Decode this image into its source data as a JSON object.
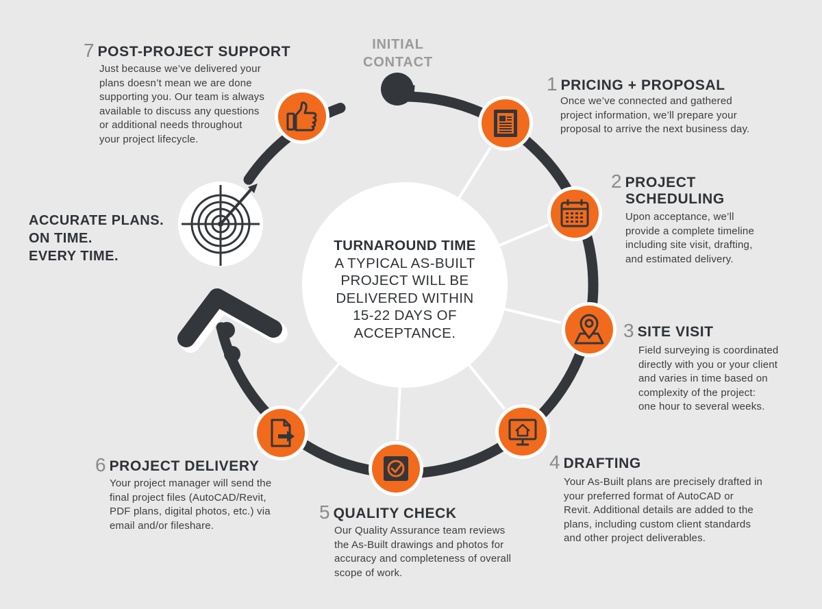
{
  "start_label": [
    "INITIAL",
    "CONTACT"
  ],
  "tagline": [
    "ACCURATE PLANS.",
    "ON TIME.",
    "EVERY TIME."
  ],
  "center": {
    "title": "TURNAROUND TIME",
    "lines": [
      "A TYPICAL AS-BUILT",
      "PROJECT WILL BE",
      "DELIVERED WITHIN",
      "15-22 DAYS OF",
      "ACCEPTANCE."
    ]
  },
  "steps": [
    {
      "num": "1",
      "title": [
        "PRICING + PROPOSAL"
      ],
      "icon": "document-icon",
      "desc": [
        "Once we’ve connected and gathered",
        "project information, we’ll prepare your",
        "proposal to arrive the next business day."
      ]
    },
    {
      "num": "2",
      "title": [
        "PROJECT",
        "SCHEDULING"
      ],
      "icon": "calendar-icon",
      "desc": [
        "Upon acceptance, we’ll",
        "provide a complete timeline",
        "including site visit, drafting,",
        "and estimated delivery."
      ]
    },
    {
      "num": "3",
      "title": [
        "SITE VISIT"
      ],
      "icon": "map-pin-icon",
      "desc": [
        "Field surveying is coordinated",
        "directly with you or your client",
        "and varies in time based on",
        "complexity of the project:",
        "one hour to several weeks."
      ]
    },
    {
      "num": "4",
      "title": [
        "DRAFTING"
      ],
      "icon": "monitor-house-icon",
      "desc": [
        "Your As-Built plans are precisely drafted in",
        "your preferred format of AutoCAD or",
        "Revit. Additional details are added to the",
        "plans, including custom client standards",
        "and other project deliverables."
      ]
    },
    {
      "num": "5",
      "title": [
        "QUALITY CHECK"
      ],
      "icon": "checkmark-icon",
      "desc": [
        "Our Quality Assurance team reviews",
        "the As-Built drawings and photos for",
        "accuracy and completeness of overall",
        "scope of work."
      ]
    },
    {
      "num": "6",
      "title": [
        "PROJECT DELIVERY"
      ],
      "icon": "file-arrow-icon",
      "desc": [
        "Your project manager will send the",
        "final project files (AutoCAD/Revit,",
        "PDF plans, digital photos, etc.) via",
        "email and/or fileshare."
      ]
    },
    {
      "num": "7",
      "title": [
        "POST-PROJECT SUPPORT"
      ],
      "icon": "thumbs-up-icon",
      "desc": [
        "Just because we’ve delivered your",
        "plans doesn’t mean we are done",
        "supporting you. Our team is always",
        "available to discuss any questions",
        "or additional needs throughout",
        "your project lifecycle."
      ]
    }
  ],
  "colors": {
    "accent": "#f26a1b",
    "ring": "#33363b",
    "background": "#e9e9e9",
    "text": "#2f3237"
  },
  "decor_icons": [
    "target-icon",
    "arrow-head-icon"
  ]
}
